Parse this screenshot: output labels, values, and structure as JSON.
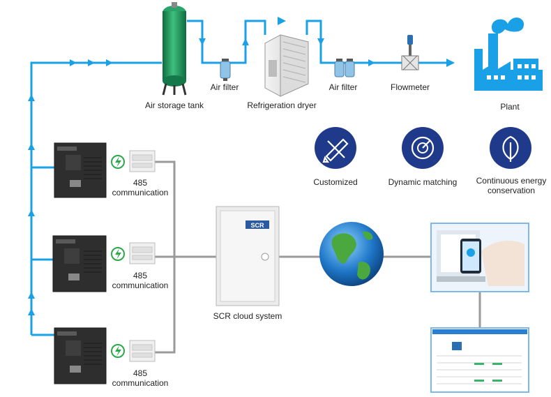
{
  "components": {
    "tank": "Air storage tank",
    "filter1": "Air filter",
    "dryer": "Refrigeration dryer",
    "filter2": "Air filter",
    "flowmeter": "Flowmeter",
    "plant": "Plant",
    "cloud": "SCR cloud system",
    "box_logo": "SCR"
  },
  "features": [
    {
      "label": "Customized",
      "icon": "ruler-pencil-icon"
    },
    {
      "label": "Dynamic matching",
      "icon": "gauge-icon"
    },
    {
      "label": "Continuous energy conservation",
      "icon": "leaf-icon"
    }
  ],
  "compressors": [
    {
      "comm_number": "485",
      "comm_text": "communication"
    },
    {
      "comm_number": "485",
      "comm_text": "communication"
    },
    {
      "comm_number": "485",
      "comm_text": "communication"
    }
  ],
  "colors": {
    "pipe": "#1aa0e6",
    "feature_circle": "#1f3a8a",
    "tank": "#1e8a56",
    "plant": "#1aa0e6",
    "signal": "#9a9a9a"
  }
}
